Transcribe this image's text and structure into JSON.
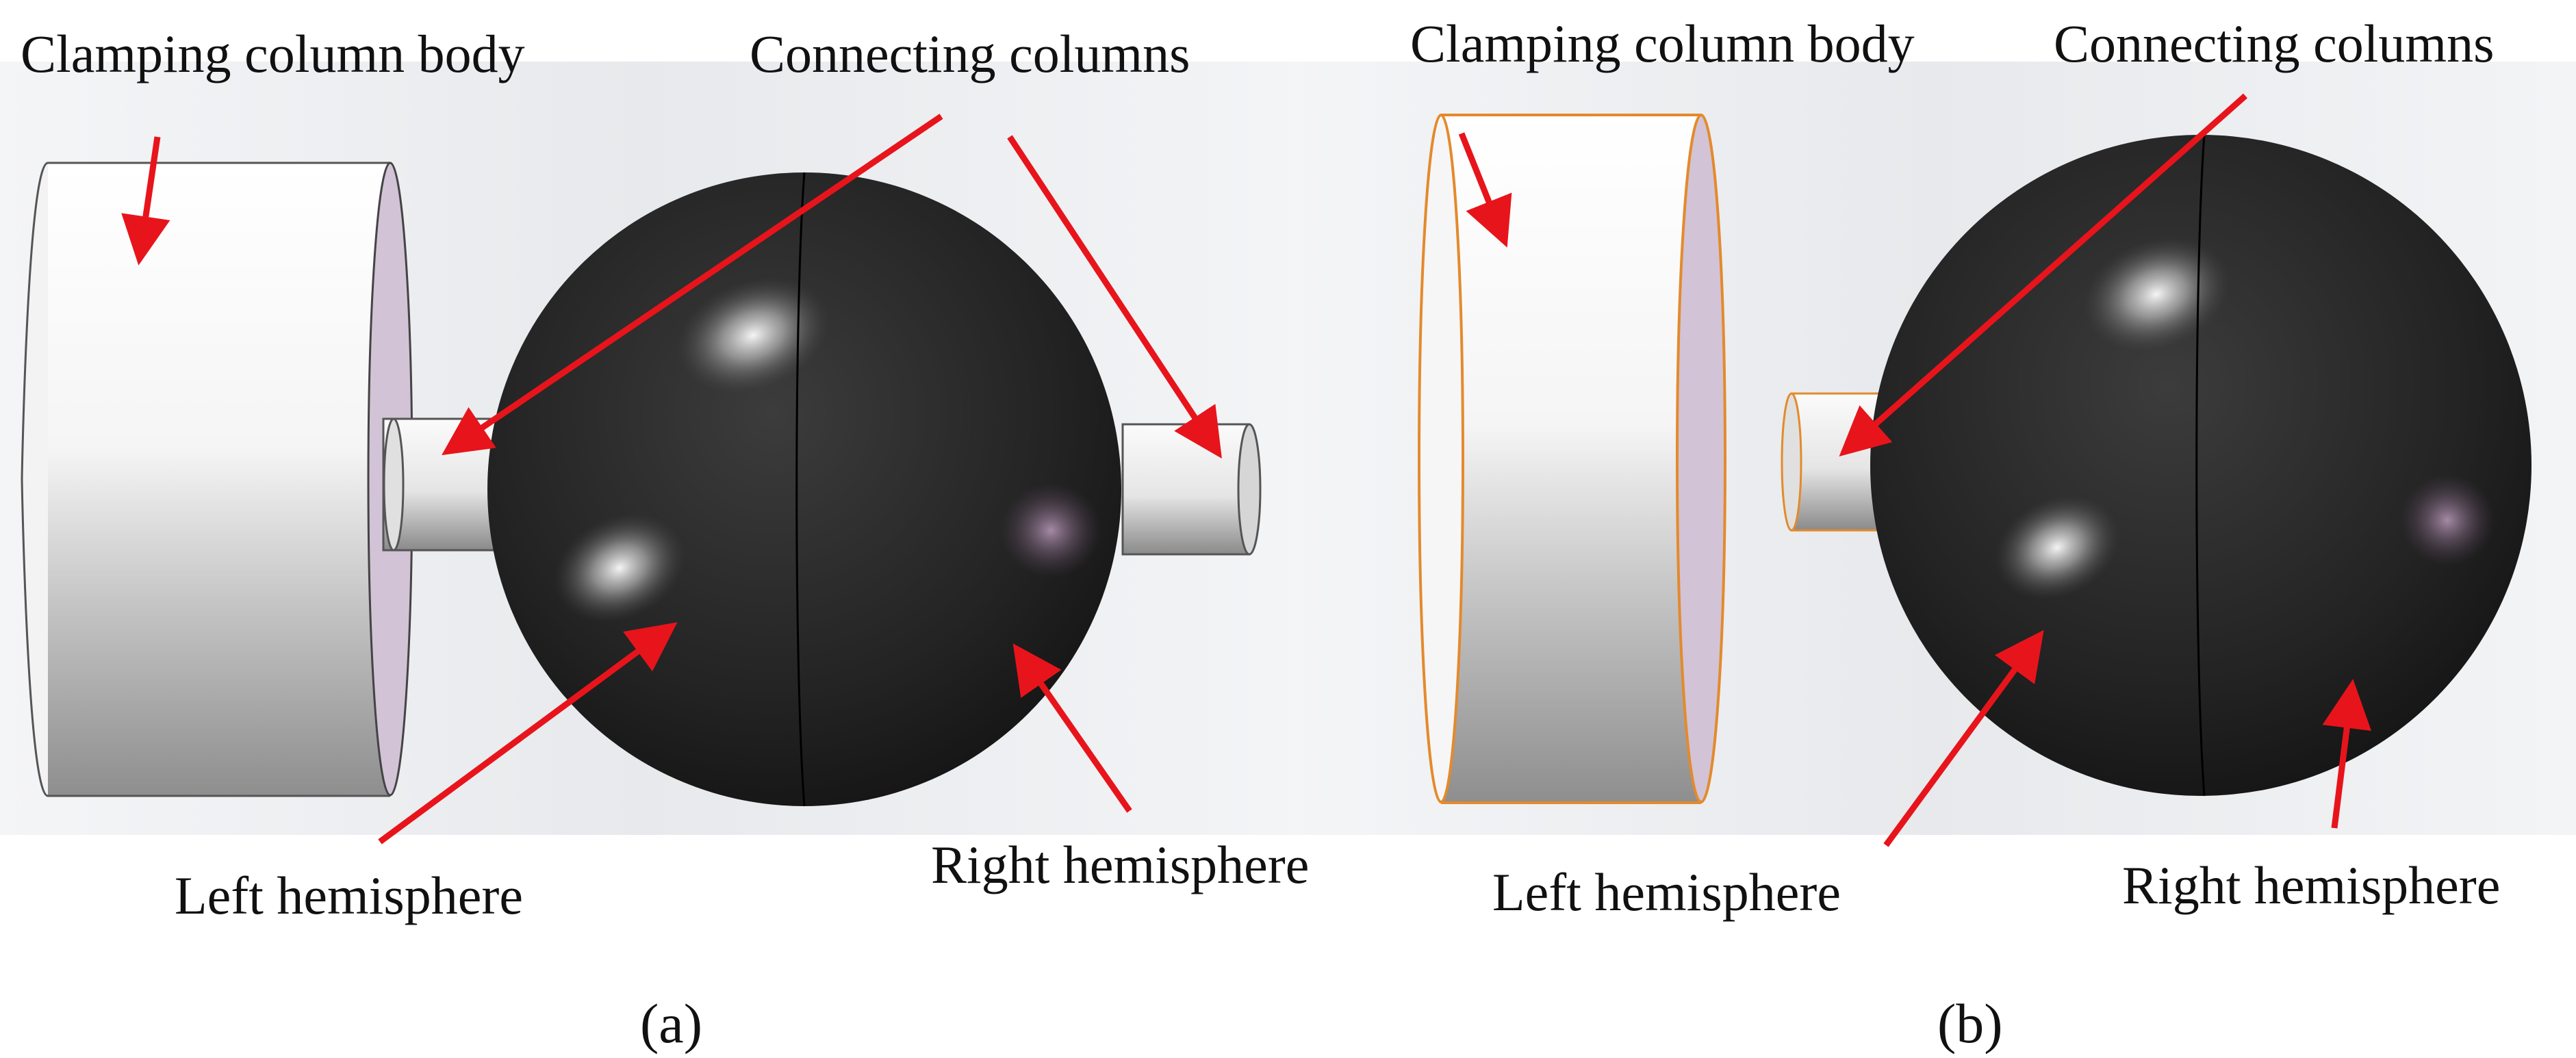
{
  "panels": [
    {
      "id": "a",
      "caption": "(a)",
      "labels": {
        "clamping_body": "Clamping column body",
        "connecting_columns": "Connecting columns",
        "left_hemisphere": "Left hemisphere",
        "right_hemisphere": "Right hemisphere"
      }
    },
    {
      "id": "b",
      "caption": "(b)",
      "labels": {
        "clamping_body": "Clamping column body",
        "connecting_columns": "Connecting columns",
        "left_hemisphere": "Left hemisphere",
        "right_hemisphere": "Right hemisphere"
      }
    }
  ],
  "colors": {
    "arrow": "#e8141b",
    "sphere": "#1e1e1e",
    "outline_highlight": "#e38a2c",
    "end_face": "#d2c3d6"
  }
}
